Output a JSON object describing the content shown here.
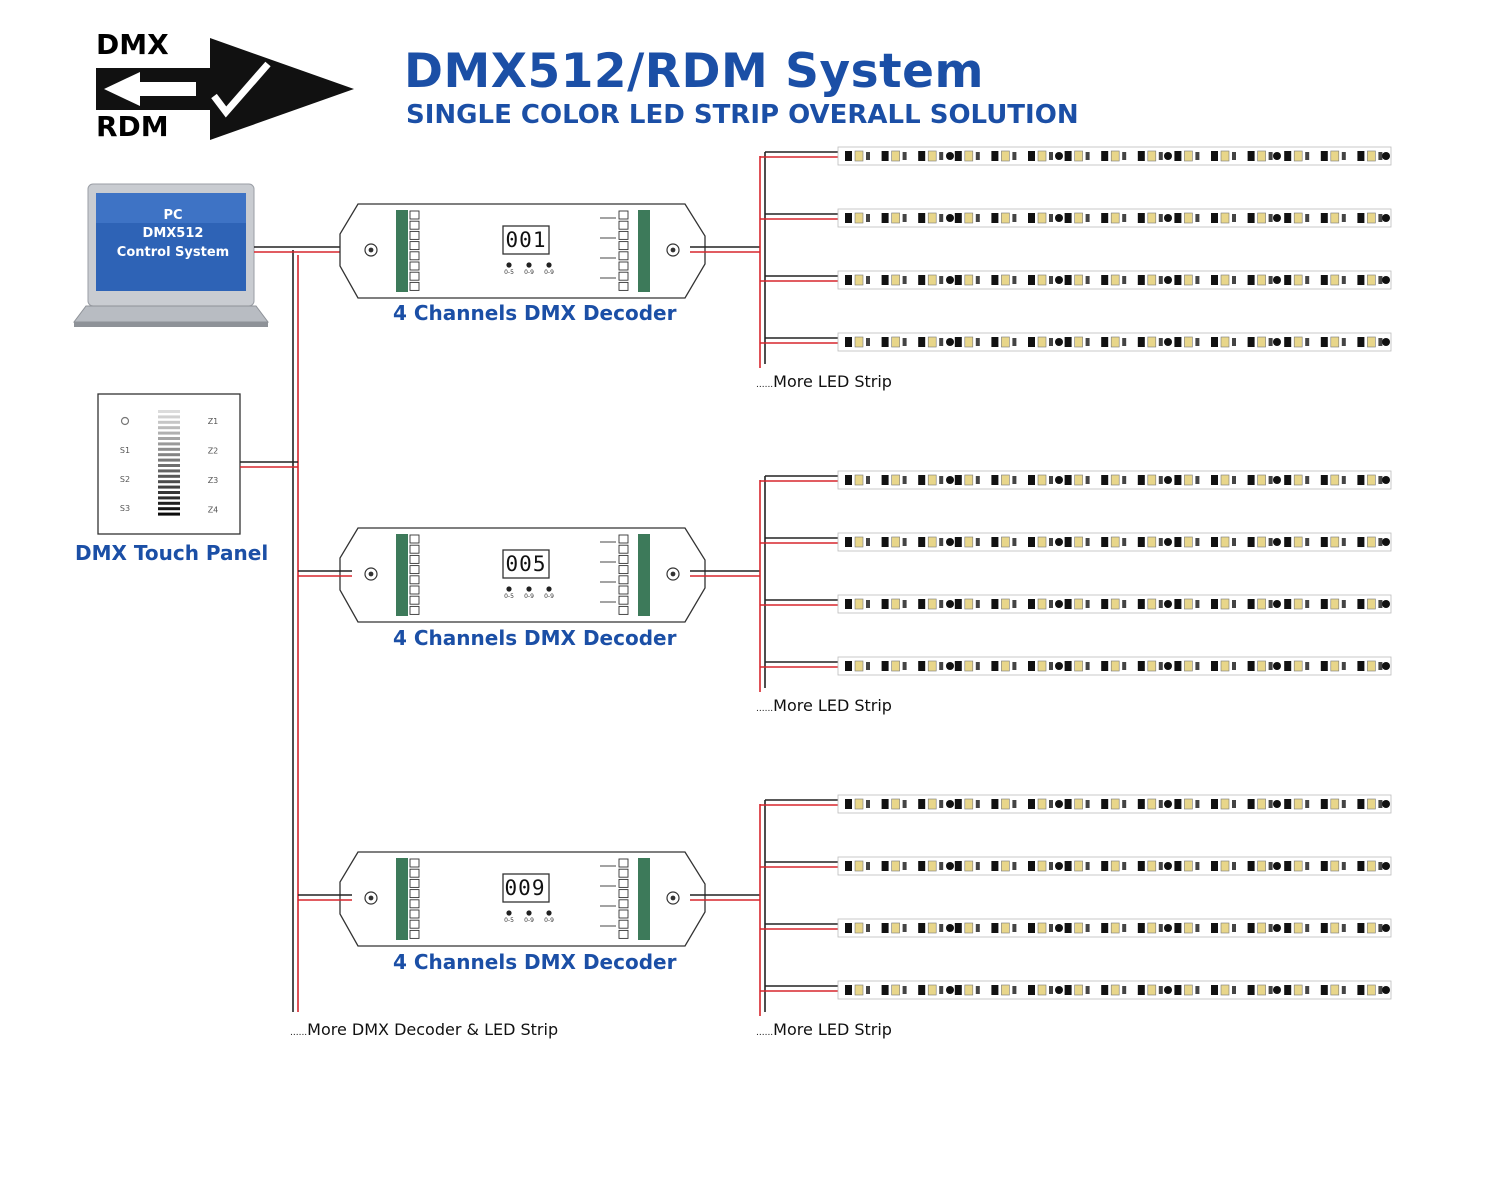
{
  "logo": {
    "top_text": "DMX",
    "bottom_text": "RDM"
  },
  "header": {
    "title": "DMX512/RDM System",
    "subtitle": "SINGLE COLOR LED STRIP OVERALL SOLUTION"
  },
  "pc": {
    "line1": "PC",
    "line2": "DMX512",
    "line3": "Control System"
  },
  "touch_panel": {
    "label": "DMX Touch Panel",
    "left_keys": [
      "S1",
      "S2",
      "S3"
    ],
    "right_keys": [
      "Z1",
      "Z2",
      "Z3",
      "Z4"
    ]
  },
  "decoders": [
    {
      "label": "4 Channels DMX Decoder",
      "display": "001",
      "more_label": "More LED Strip"
    },
    {
      "label": "4 Channels DMX Decoder",
      "display": "005",
      "more_label": "More LED Strip"
    },
    {
      "label": "4 Channels DMX Decoder",
      "display": "009",
      "more_label": "More LED Strip"
    }
  ],
  "decoder_buttons": [
    "0-5",
    "0-9",
    "0-9"
  ],
  "bus_more_label": "More DMX Decoder & LED Strip",
  "colors": {
    "brand_blue": "#1b4fa6",
    "wire_red": "#d7262d",
    "wire_black": "#222222",
    "terminal_green": "#3d7a5a"
  }
}
